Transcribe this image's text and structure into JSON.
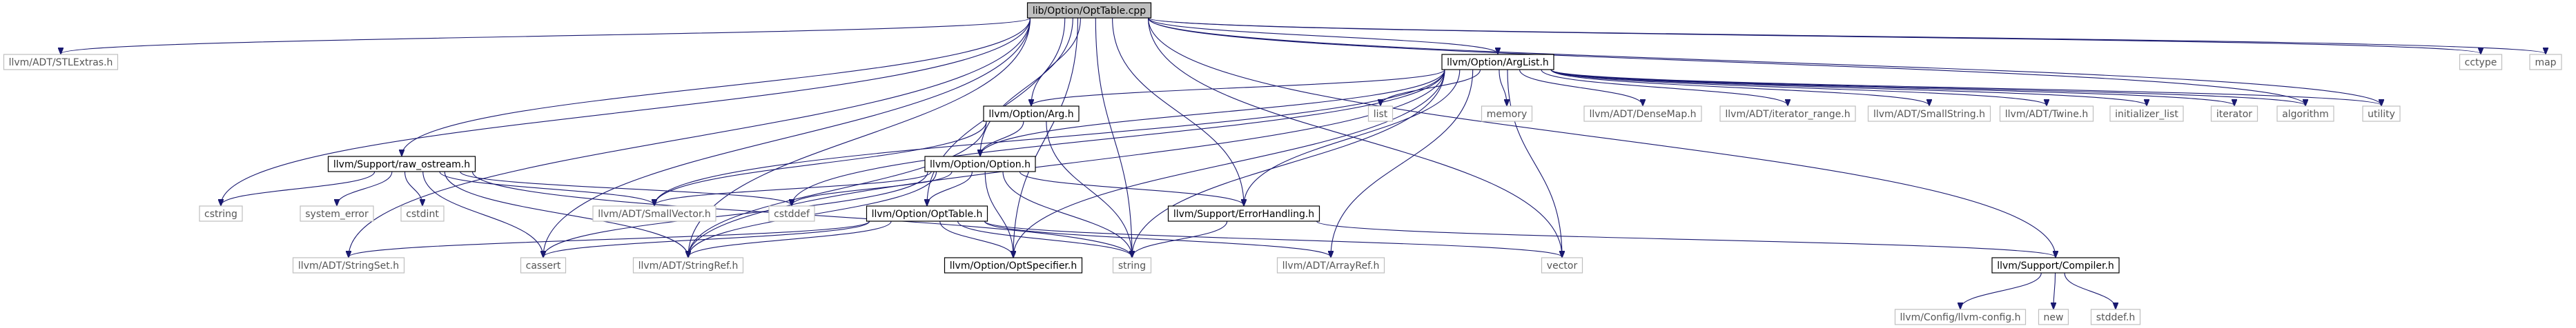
{
  "title": "lib/Option/OptTable.cpp",
  "colors": {
    "edge": "#191970",
    "root_fill": "#bfbfbf",
    "root_border": "#000000",
    "linked_border": "#000000",
    "external_border": "#bfbfbf",
    "text_linked": "#000000",
    "text_external": "#555555"
  },
  "nodes": [
    {
      "id": "root",
      "label": "lib/Option/OptTable.cpp",
      "kind": "root"
    },
    {
      "id": "stlextras",
      "label": "llvm/ADT/STLExtras.h",
      "kind": "external"
    },
    {
      "id": "arglist",
      "label": "llvm/Option/ArgList.h",
      "kind": "linked"
    },
    {
      "id": "cctype",
      "label": "cctype",
      "kind": "external"
    },
    {
      "id": "map",
      "label": "map",
      "kind": "external"
    },
    {
      "id": "arg",
      "label": "llvm/Option/Arg.h",
      "kind": "linked"
    },
    {
      "id": "list",
      "label": "list",
      "kind": "external"
    },
    {
      "id": "memory",
      "label": "memory",
      "kind": "external"
    },
    {
      "id": "densemap",
      "label": "llvm/ADT/DenseMap.h",
      "kind": "external"
    },
    {
      "id": "iterrange",
      "label": "llvm/ADT/iterator_range.h",
      "kind": "external"
    },
    {
      "id": "smallstring",
      "label": "llvm/ADT/SmallString.h",
      "kind": "external"
    },
    {
      "id": "twine",
      "label": "llvm/ADT/Twine.h",
      "kind": "external"
    },
    {
      "id": "initlist",
      "label": "initializer_list",
      "kind": "external"
    },
    {
      "id": "iterator",
      "label": "iterator",
      "kind": "external"
    },
    {
      "id": "algorithm",
      "label": "algorithm",
      "kind": "external"
    },
    {
      "id": "utility",
      "label": "utility",
      "kind": "external"
    },
    {
      "id": "rawostream",
      "label": "llvm/Support/raw_ostream.h",
      "kind": "linked"
    },
    {
      "id": "option",
      "label": "llvm/Option/Option.h",
      "kind": "linked"
    },
    {
      "id": "cstring",
      "label": "cstring",
      "kind": "external"
    },
    {
      "id": "systemerror",
      "label": "system_error",
      "kind": "external"
    },
    {
      "id": "cstdint",
      "label": "cstdint",
      "kind": "external"
    },
    {
      "id": "smallvector",
      "label": "llvm/ADT/SmallVector.h",
      "kind": "external"
    },
    {
      "id": "cstddef",
      "label": "cstddef",
      "kind": "external"
    },
    {
      "id": "opttable",
      "label": "llvm/Option/OptTable.h",
      "kind": "linked"
    },
    {
      "id": "errorhandling",
      "label": "llvm/Support/ErrorHandling.h",
      "kind": "linked"
    },
    {
      "id": "stringset",
      "label": "llvm/ADT/StringSet.h",
      "kind": "external"
    },
    {
      "id": "cassert",
      "label": "cassert",
      "kind": "external"
    },
    {
      "id": "stringref",
      "label": "llvm/ADT/StringRef.h",
      "kind": "external"
    },
    {
      "id": "optspecifier",
      "label": "llvm/Option/OptSpecifier.h",
      "kind": "linked"
    },
    {
      "id": "string",
      "label": "string",
      "kind": "external"
    },
    {
      "id": "arrayref",
      "label": "llvm/ADT/ArrayRef.h",
      "kind": "external"
    },
    {
      "id": "vector",
      "label": "vector",
      "kind": "external"
    },
    {
      "id": "compiler",
      "label": "llvm/Support/Compiler.h",
      "kind": "linked"
    },
    {
      "id": "llvmconfig",
      "label": "llvm/Config/llvm-config.h",
      "kind": "external"
    },
    {
      "id": "new",
      "label": "new",
      "kind": "external"
    },
    {
      "id": "stddef",
      "label": "stddef.h",
      "kind": "external"
    }
  ],
  "edges": [
    [
      "root",
      "stlextras"
    ],
    [
      "root",
      "arglist"
    ],
    [
      "root",
      "cctype"
    ],
    [
      "root",
      "map"
    ],
    [
      "root",
      "arg"
    ],
    [
      "root",
      "rawostream"
    ],
    [
      "root",
      "option"
    ],
    [
      "root",
      "cstring"
    ],
    [
      "root",
      "opttable"
    ],
    [
      "root",
      "errorhandling"
    ],
    [
      "root",
      "stringset"
    ],
    [
      "root",
      "cassert"
    ],
    [
      "root",
      "stringref"
    ],
    [
      "root",
      "optspecifier"
    ],
    [
      "root",
      "string"
    ],
    [
      "root",
      "utility"
    ],
    [
      "root",
      "vector"
    ],
    [
      "root",
      "compiler"
    ],
    [
      "root",
      "algorithm"
    ],
    [
      "arglist",
      "arg"
    ],
    [
      "arglist",
      "list"
    ],
    [
      "arglist",
      "memory"
    ],
    [
      "arglist",
      "densemap"
    ],
    [
      "arglist",
      "iterrange"
    ],
    [
      "arglist",
      "smallstring"
    ],
    [
      "arglist",
      "twine"
    ],
    [
      "arglist",
      "initlist"
    ],
    [
      "arglist",
      "iterator"
    ],
    [
      "arglist",
      "algorithm"
    ],
    [
      "arglist",
      "utility"
    ],
    [
      "arglist",
      "option"
    ],
    [
      "arglist",
      "smallvector"
    ],
    [
      "arglist",
      "cstddef"
    ],
    [
      "arglist",
      "errorhandling"
    ],
    [
      "arglist",
      "stringref"
    ],
    [
      "arglist",
      "optspecifier"
    ],
    [
      "arglist",
      "string"
    ],
    [
      "arglist",
      "arrayref"
    ],
    [
      "arglist",
      "vector"
    ],
    [
      "arg",
      "option"
    ],
    [
      "arg",
      "smallvector"
    ],
    [
      "arg",
      "stringref"
    ],
    [
      "arg",
      "string"
    ],
    [
      "rawostream",
      "cstring"
    ],
    [
      "rawostream",
      "systemerror"
    ],
    [
      "rawostream",
      "cstdint"
    ],
    [
      "rawostream",
      "smallvector"
    ],
    [
      "rawostream",
      "cstddef"
    ],
    [
      "rawostream",
      "cassert"
    ],
    [
      "rawostream",
      "stringref"
    ],
    [
      "rawostream",
      "string"
    ],
    [
      "option",
      "opttable"
    ],
    [
      "option",
      "smallvector"
    ],
    [
      "option",
      "cstddef"
    ],
    [
      "option",
      "errorhandling"
    ],
    [
      "option",
      "stringref"
    ],
    [
      "option",
      "optspecifier"
    ],
    [
      "option",
      "cassert"
    ],
    [
      "option",
      "string"
    ],
    [
      "opttable",
      "stringset"
    ],
    [
      "opttable",
      "cassert"
    ],
    [
      "opttable",
      "stringref"
    ],
    [
      "opttable",
      "optspecifier"
    ],
    [
      "opttable",
      "string"
    ],
    [
      "opttable",
      "vector"
    ],
    [
      "opttable",
      "arrayref"
    ],
    [
      "errorhandling",
      "compiler"
    ],
    [
      "errorhandling",
      "string"
    ],
    [
      "compiler",
      "llvmconfig"
    ],
    [
      "compiler",
      "new"
    ],
    [
      "compiler",
      "stddef"
    ]
  ]
}
